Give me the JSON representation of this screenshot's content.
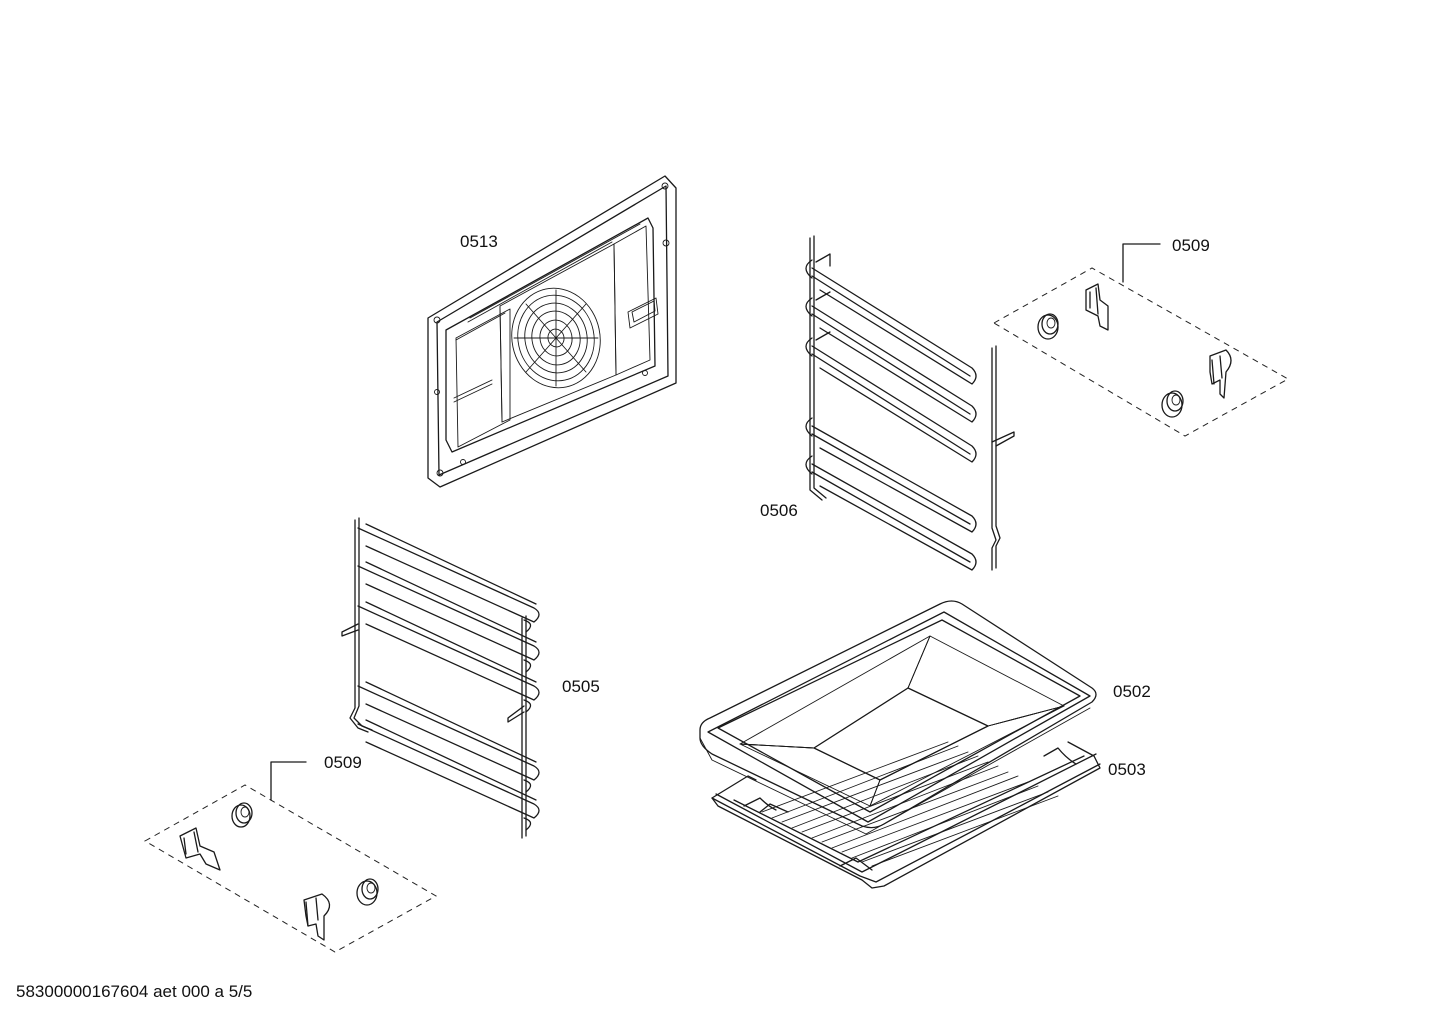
{
  "parts": [
    {
      "key": "p0513",
      "callout": "0513"
    },
    {
      "key": "p0506",
      "callout": "0506"
    },
    {
      "key": "p0509_right",
      "callout": "0509"
    },
    {
      "key": "p0505",
      "callout": "0505"
    },
    {
      "key": "p0502",
      "callout": "0502"
    },
    {
      "key": "p0503",
      "callout": "0503"
    },
    {
      "key": "p0509_left",
      "callout": "0509"
    }
  ],
  "footer": "58300000167604 aet 000 a 5/5"
}
